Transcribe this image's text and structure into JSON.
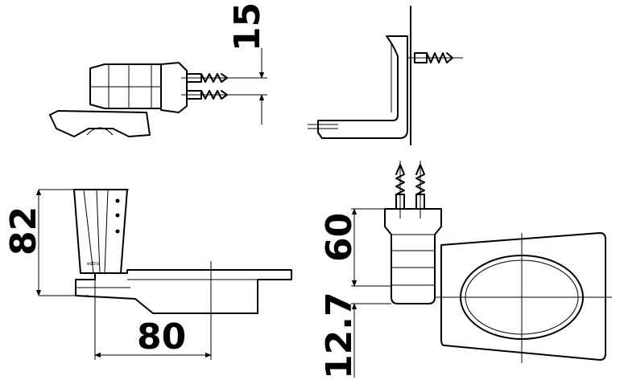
{
  "dimensions": {
    "screw_spacing": "15",
    "height": "82",
    "projection": "80",
    "bracket_height": "60",
    "offset": "12.7"
  },
  "brand": "estro",
  "colors": {
    "line": "#000000",
    "background": "#ffffff"
  }
}
